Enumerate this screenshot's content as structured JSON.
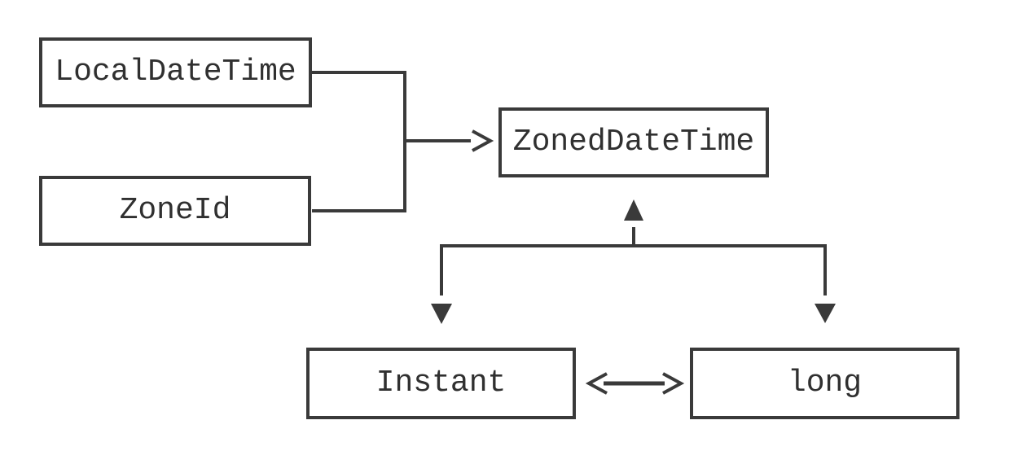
{
  "diagram": {
    "background_color": "#ffffff",
    "line_color": "#3a3a3a",
    "text_color": "#303030",
    "nodes": {
      "local_date_time": {
        "label": "LocalDateTime"
      },
      "zone_id": {
        "label": "ZoneId"
      },
      "zoned_date_time": {
        "label": "ZonedDateTime"
      },
      "instant": {
        "label": "Instant"
      },
      "long_type": {
        "label": "long"
      }
    },
    "edges": [
      {
        "from": [
          "LocalDateTime",
          "ZoneId"
        ],
        "to": "ZonedDateTime",
        "style": "open-chevron-arrow",
        "direction": "right"
      },
      {
        "from": "ZonedDateTime",
        "to": "Instant",
        "style": "filled-triangle-arrow",
        "direction": "down"
      },
      {
        "from": "ZonedDateTime",
        "to": "long",
        "style": "filled-triangle-arrow",
        "direction": "down"
      },
      {
        "from": [
          "Instant",
          "long"
        ],
        "to": "ZonedDateTime",
        "style": "filled-triangle-arrow",
        "direction": "up"
      },
      {
        "from": "Instant",
        "to": "long",
        "style": "open-chevron-double-arrow",
        "direction": "both"
      }
    ]
  }
}
